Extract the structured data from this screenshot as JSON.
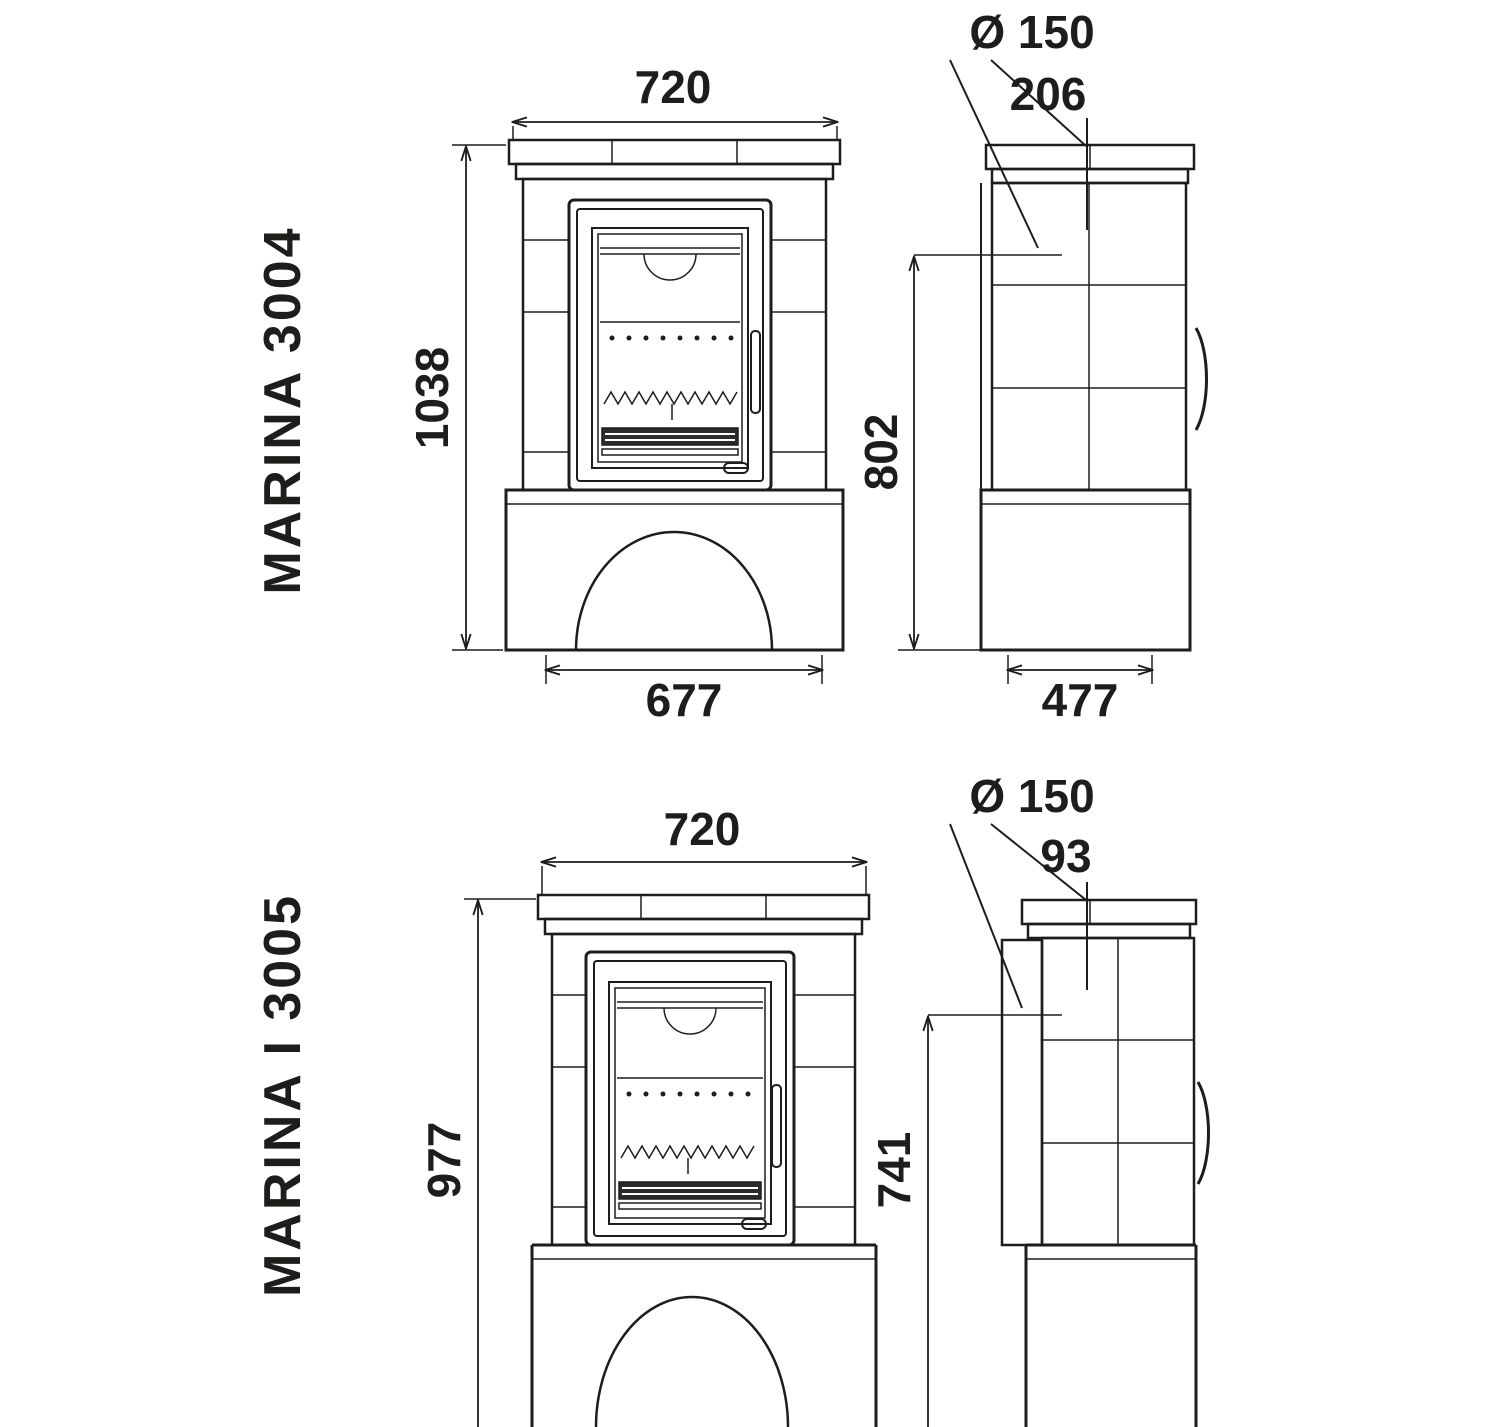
{
  "colors": {
    "line": "#1d1d1b",
    "background": "#ffffff"
  },
  "models": [
    {
      "name": "MARINA 3004",
      "front": {
        "top_width": "720",
        "height": "1038",
        "base_width": "677"
      },
      "side": {
        "flue_diameter": "Ø 150",
        "flue_offset": "206",
        "flue_height": "802",
        "depth": "477"
      }
    },
    {
      "name": "MARINA I 3005",
      "front": {
        "top_width": "720",
        "height": "977"
      },
      "side": {
        "flue_diameter": "Ø 150",
        "flue_offset": "93",
        "flue_height": "741"
      }
    }
  ]
}
